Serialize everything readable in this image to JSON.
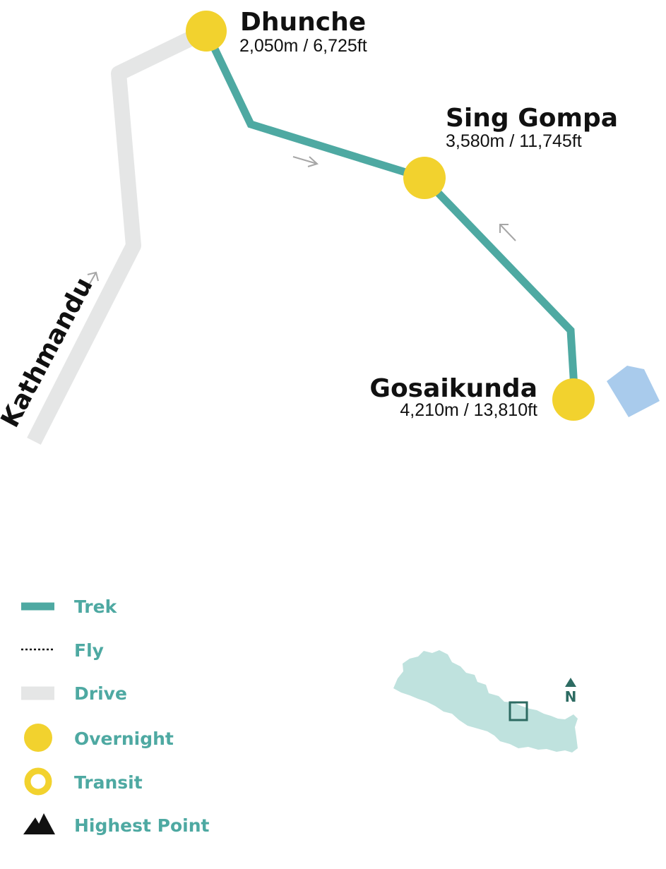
{
  "colors": {
    "trek": "#4ea9a2",
    "drive": "#e5e6e6",
    "overnight": "#f2d22e",
    "lake": "#a9cbec",
    "legend_text": "#4ea9a2",
    "nepal_fill": "#bfe2de",
    "nepal_frame": "#2d6b62",
    "text": "#111111",
    "arrow": "#a6a6a6"
  },
  "stops": [
    {
      "name": "Dhunche",
      "altitude": "2,050m / 6,725ft",
      "type": "overnight"
    },
    {
      "name": "Sing Gompa",
      "altitude": "3,580m / 11,745ft",
      "type": "overnight"
    },
    {
      "name": "Gosaikunda",
      "altitude": "4,210m / 13,810ft",
      "type": "overnight"
    }
  ],
  "start_label": "Kathmandu",
  "legend": [
    {
      "label": "Trek",
      "icon": "trek-line-icon"
    },
    {
      "label": "Fly",
      "icon": "fly-dotted-line-icon"
    },
    {
      "label": "Drive",
      "icon": "drive-line-icon"
    },
    {
      "label": "Overnight",
      "icon": "overnight-dot-icon"
    },
    {
      "label": "Transit",
      "icon": "transit-ring-icon"
    },
    {
      "label": "Highest Point",
      "icon": "mountain-icon"
    }
  ],
  "north_label": "N"
}
